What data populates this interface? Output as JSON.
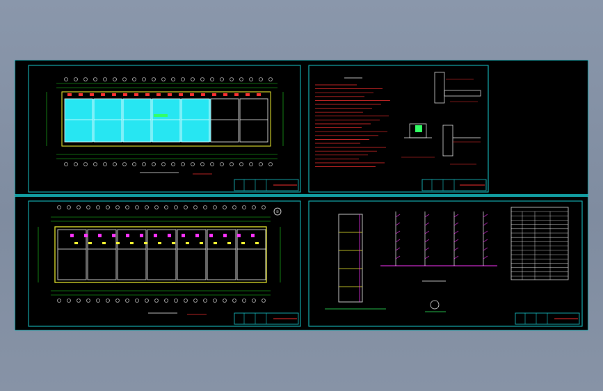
{
  "canvas": {
    "background": "#000000",
    "frame_color": "#19d3d8",
    "desktop_color": "#8a97ab"
  },
  "sheets": [
    {
      "id": "sheet-1",
      "title_block_labels": [
        "",
        "",
        "",
        ""
      ]
    },
    {
      "id": "sheet-2",
      "title_block_labels": [
        "",
        "",
        "",
        ""
      ]
    },
    {
      "id": "sheet-3",
      "title_block_labels": [
        "",
        "",
        "",
        ""
      ],
      "marker": "①"
    },
    {
      "id": "sheet-4",
      "title_block_labels": [
        "",
        "",
        "",
        ""
      ]
    }
  ],
  "colors": {
    "wall": "#ffff33",
    "fill": "#27e6f2",
    "dim": "#22dd22",
    "red": "#ff3030",
    "magenta": "#ff33ff",
    "white": "#ffffff",
    "green": "#33ff66"
  }
}
